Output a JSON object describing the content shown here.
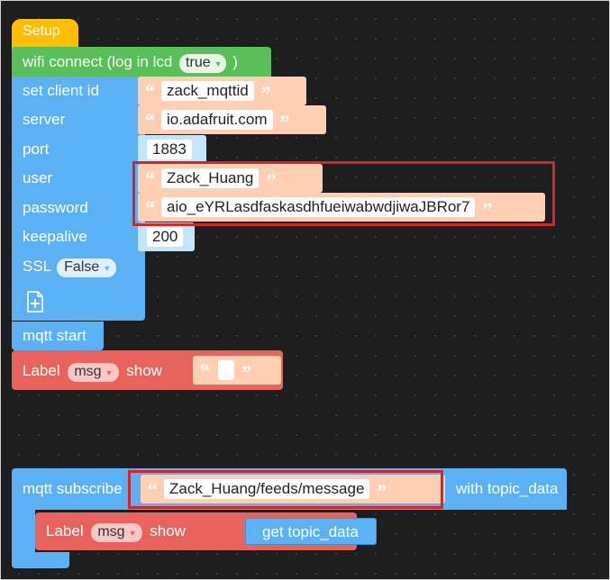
{
  "hat": {
    "label": "Setup"
  },
  "wifi": {
    "label_pre": "wifi connect (log in lcd",
    "dropdown_value": "true",
    "label_post": ")"
  },
  "mqtt_config": {
    "client_id": {
      "label": "set client id",
      "value": "zack_mqttid"
    },
    "server": {
      "label": "server",
      "value": "io.adafruit.com"
    },
    "port": {
      "label": "port",
      "value": "1883"
    },
    "user": {
      "label": "user",
      "value": "Zack_Huang"
    },
    "password": {
      "label": "password",
      "value": "aio_eYRLasdfaskasdhfueiwabwdjiwaJBRor7"
    },
    "keepalive": {
      "label": "keepalive",
      "value": "200"
    },
    "ssl": {
      "label": "SSL",
      "value": "False"
    }
  },
  "mqtt_start": {
    "label": "mqtt start"
  },
  "label_show_1": {
    "label": "Label",
    "dropdown_value": "msg",
    "show_label": "show",
    "text_value": ""
  },
  "subscribe": {
    "label": "mqtt subscribe",
    "topic": "Zack_Huang/feeds/message",
    "tail": "with topic_data"
  },
  "label_show_2": {
    "label": "Label",
    "dropdown_value": "msg",
    "show_label": "show",
    "value_block": "get topic_data"
  },
  "quote_open": "“",
  "quote_close": "”",
  "colors": {
    "event": "#ffbf00",
    "wifi": "#59c059",
    "mqtt": "#5cb1f5",
    "label": "#e7635b",
    "text": "#ffcfb3",
    "highlight": "#d7232a"
  }
}
